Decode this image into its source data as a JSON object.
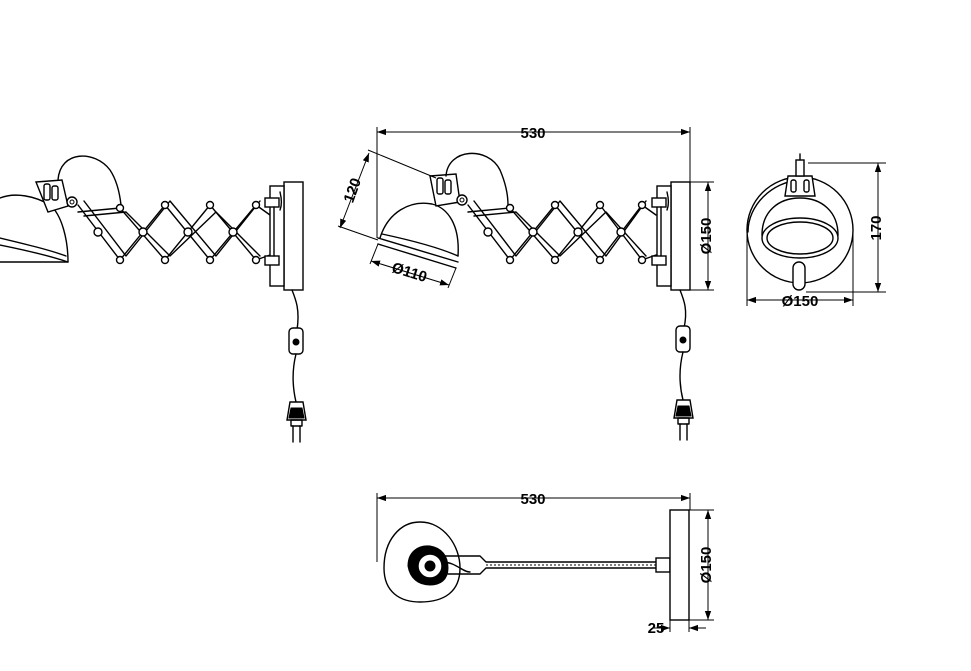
{
  "views": {
    "side_left": {},
    "side_dimensioned": {
      "overall_length": "530",
      "shade_height": "120",
      "shade_diameter": "Ø110",
      "plate_diameter": "Ø150"
    },
    "front": {
      "height": "170",
      "width": "Ø150"
    },
    "top": {
      "overall_length": "530",
      "plate_diameter": "Ø150",
      "plate_thickness": "25"
    }
  }
}
